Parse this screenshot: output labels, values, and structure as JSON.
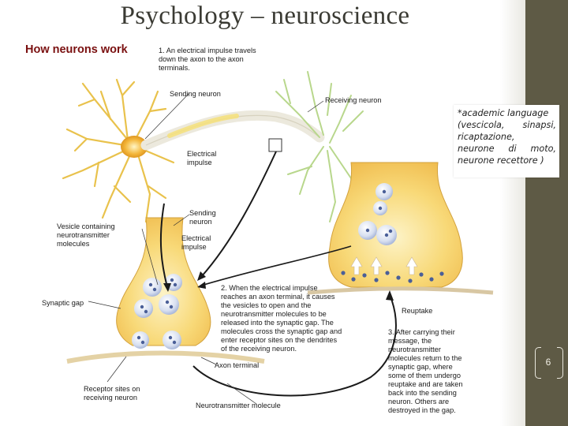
{
  "slide": {
    "title": "Psychology – neuroscience",
    "subtitle": "How neurons work",
    "page_number": "6"
  },
  "figure": {
    "step1": [
      "1. An electrical impulse travels",
      "down the axon to the axon",
      "terminals."
    ],
    "sending_neuron_top": "Sending neuron",
    "receiving_neuron": "Receiving neuron",
    "electrical_impulse_top": [
      "Electrical",
      "impulse"
    ],
    "sending_neuron_mid": [
      "Sending",
      "neuron"
    ],
    "electrical_impulse_mid": [
      "Electrical",
      "impulse"
    ],
    "vesicle": [
      "Vesicle containing",
      "neurotransmitter",
      "molecules"
    ],
    "synaptic_gap": "Synaptic gap",
    "step2": [
      "2. When the electrical impulse",
      "reaches an axon terminal, it causes",
      "the vesicles to open and the",
      "neurotransmitter molecules to be",
      "released into the synaptic gap. The",
      "molecules cross the synaptic gap and",
      "enter receptor sites on the dendrites",
      "of the receiving neuron."
    ],
    "reuptake": "Reuptake",
    "step3": [
      "3. After carrying their",
      "message, the",
      "neurotransmitter",
      "molecules return to the",
      "synaptic gap, where",
      "some of them undergo",
      "reuptake and are taken",
      "back into the sending",
      "neuron. Others are",
      "destroyed in the gap."
    ],
    "axon_terminal": "Axon terminal",
    "receptor_sites": [
      "Receptor sites on",
      "receiving neuron"
    ],
    "neurotransmitter_molecule": "Neurotransmitter molecule"
  },
  "note": {
    "lines": [
      [
        "*academic language"
      ],
      [
        "(vescicola,",
        "sinapsi,"
      ],
      [
        "ricaptazione,"
      ],
      [
        "neurone",
        "di",
        "moto,"
      ],
      [
        "neurone recettore )"
      ]
    ]
  },
  "colors": {
    "band": "#5e5a45",
    "title_text": "#3a3a33",
    "subtitle_text": "#7a1010",
    "neuron_fill": "#f6cf6a",
    "vesicle_fill": "#c9d4ea",
    "molecule": "#4a5f98"
  }
}
